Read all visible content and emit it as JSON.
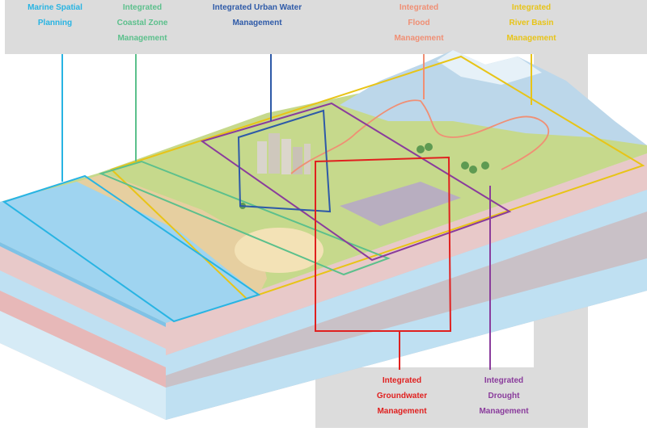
{
  "labels": {
    "marine": {
      "lines": [
        "Marine Spatial",
        "Planning"
      ],
      "color": "#28b4e3"
    },
    "coastal": {
      "lines": [
        "Integrated",
        "Coastal Zone",
        "Management"
      ],
      "color": "#5cc08c"
    },
    "urban": {
      "lines": [
        "Integrated Urban Water",
        "Management"
      ],
      "color": "#2e5aa8"
    },
    "flood": {
      "lines": [
        "Integrated",
        "Flood",
        "Management"
      ],
      "color": "#f08f74"
    },
    "river": {
      "lines": [
        "Integrated",
        "River Basin",
        "Management"
      ],
      "color": "#e8c417"
    },
    "groundwater": {
      "lines": [
        "Integrated",
        "Groundwater",
        "Management"
      ],
      "color": "#e0201f"
    },
    "drought": {
      "lines": [
        "Integrated",
        "Drought",
        "Management"
      ],
      "color": "#8a3c9c"
    }
  },
  "colors": {
    "panel": "#dcdcdc",
    "sea": "#9fd4f0",
    "land": "#c6d98c",
    "mountain": "#bcd7ea",
    "strata_pink": "#e8c9c9",
    "strata_blue": "#bfe0f2",
    "strata_gray": "#c9c1c7"
  }
}
